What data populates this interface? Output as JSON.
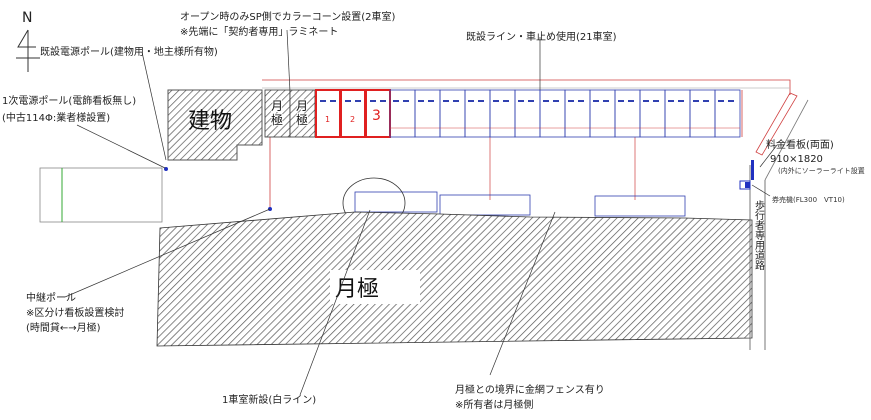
{
  "compass": {
    "label": "N"
  },
  "areas": {
    "building": "建物",
    "monthly_area": "月極"
  },
  "stalls": {
    "hatched": [
      "月\n極",
      "月\n極"
    ],
    "new_numbers": [
      "1",
      "2",
      "3"
    ],
    "existing_count": 14
  },
  "annotations": {
    "existing_pole": "既設電源ポール(建物用・地主様所有物)",
    "primary_pole_1": "1次電源ポール(電飾看板無し)",
    "primary_pole_2": "(中古114Φ:業者様設置)",
    "cone_1": "オープン時のみSP側でカラーコーン設置(2車室)",
    "cone_2": "※先端に「契約者専用」ラミネート",
    "existing_line": "既設ライン・車止め使用(21車室)",
    "price_sign_1": "料金看板(両面)",
    "price_sign_2": "910×1820",
    "price_sign_3": "(内外にソーラーライト設置",
    "ticket_machine": "券売機(FL300　VT10)",
    "walkway": "歩行者専用道路",
    "relay_pole_1": "中継ポール",
    "relay_pole_2": "※区分け看板設置検討",
    "relay_pole_3": "(時間貸←→月極)",
    "new_stall": "1車室新設(白ライン)",
    "fence_1": "月極との境界に金網フェンス有り",
    "fence_2": "※所有者は月極側"
  },
  "colors": {
    "dimension": "#d04040",
    "stall_line": "#3040b0",
    "new_stall": "#e02020",
    "hatch": "#555555"
  }
}
